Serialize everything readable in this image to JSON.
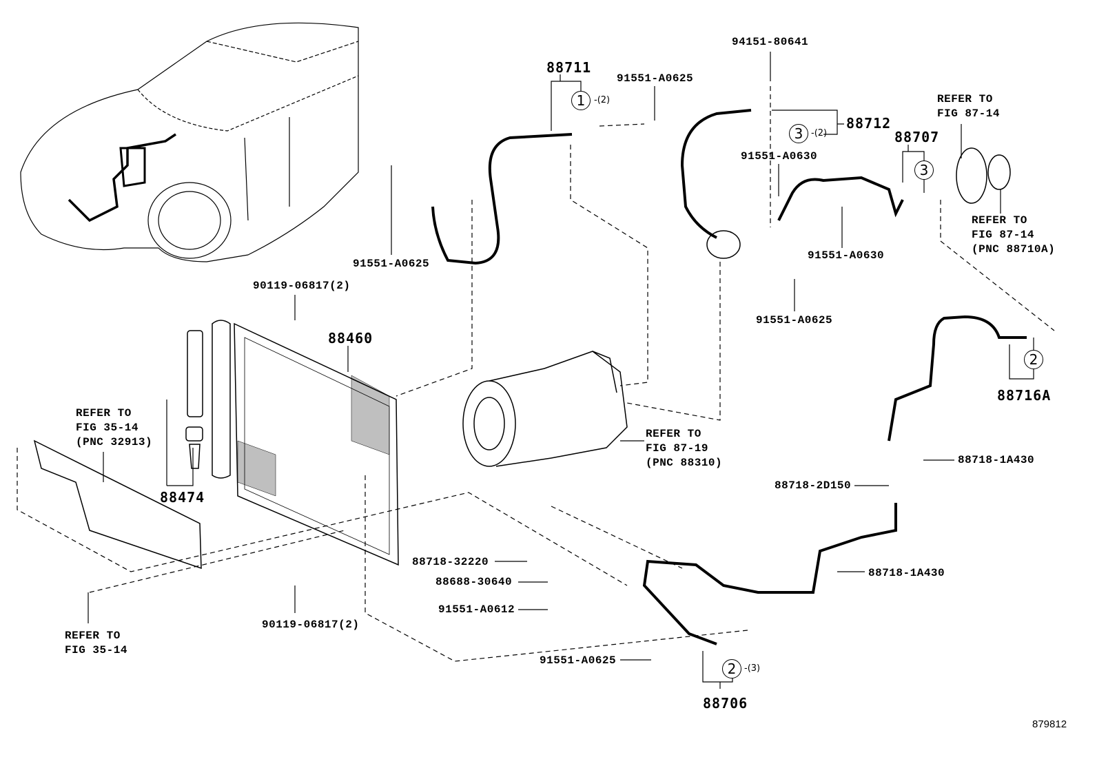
{
  "parts": {
    "p88711": "88711",
    "p91551_A0625_top": "91551-A0625",
    "p94151_80641": "94151-80641",
    "p88712": "88712",
    "p91551_A0630_a": "91551-A0630",
    "p88707": "88707",
    "p91551_A0630_b": "91551-A0630",
    "p91551_A0625_left": "91551-A0625",
    "p91551_A0625_mid": "91551-A0625",
    "p90119_06817_top": "90119-06817(2)",
    "p88460": "88460",
    "p88716A": "88716A",
    "p88474": "88474",
    "p88718_1A430_a": "88718-1A430",
    "p88718_2D150": "88718-2D150",
    "p88718_32220": "88718-32220",
    "p88688_30640": "88688-30640",
    "p88718_1A430_b": "88718-1A430",
    "p91551_A0612": "91551-A0612",
    "p90119_06817_bot": "90119-06817(2)",
    "p91551_A0625_bot": "91551-A0625",
    "p88706": "88706"
  },
  "refs": {
    "r1": [
      "REFER TO",
      "FIG 87-14"
    ],
    "r2": [
      "REFER TO",
      "FIG 87-14",
      "(PNC 88710A)"
    ],
    "r3": [
      "REFER TO",
      "FIG 35-14",
      "(PNC 32913)"
    ],
    "r4": [
      "REFER TO",
      "FIG 87-19",
      "(PNC 88310)"
    ],
    "r5": [
      "REFER TO",
      "FIG 35-14"
    ]
  },
  "callouts": [
    {
      "num": "1",
      "qty": "-(2)"
    },
    {
      "num": "3",
      "qty": "-(2)"
    },
    {
      "num": "3",
      "qty": ""
    },
    {
      "num": "2",
      "qty": ""
    },
    {
      "num": "2",
      "qty": "-(3)"
    }
  ],
  "figure_number": "879812"
}
